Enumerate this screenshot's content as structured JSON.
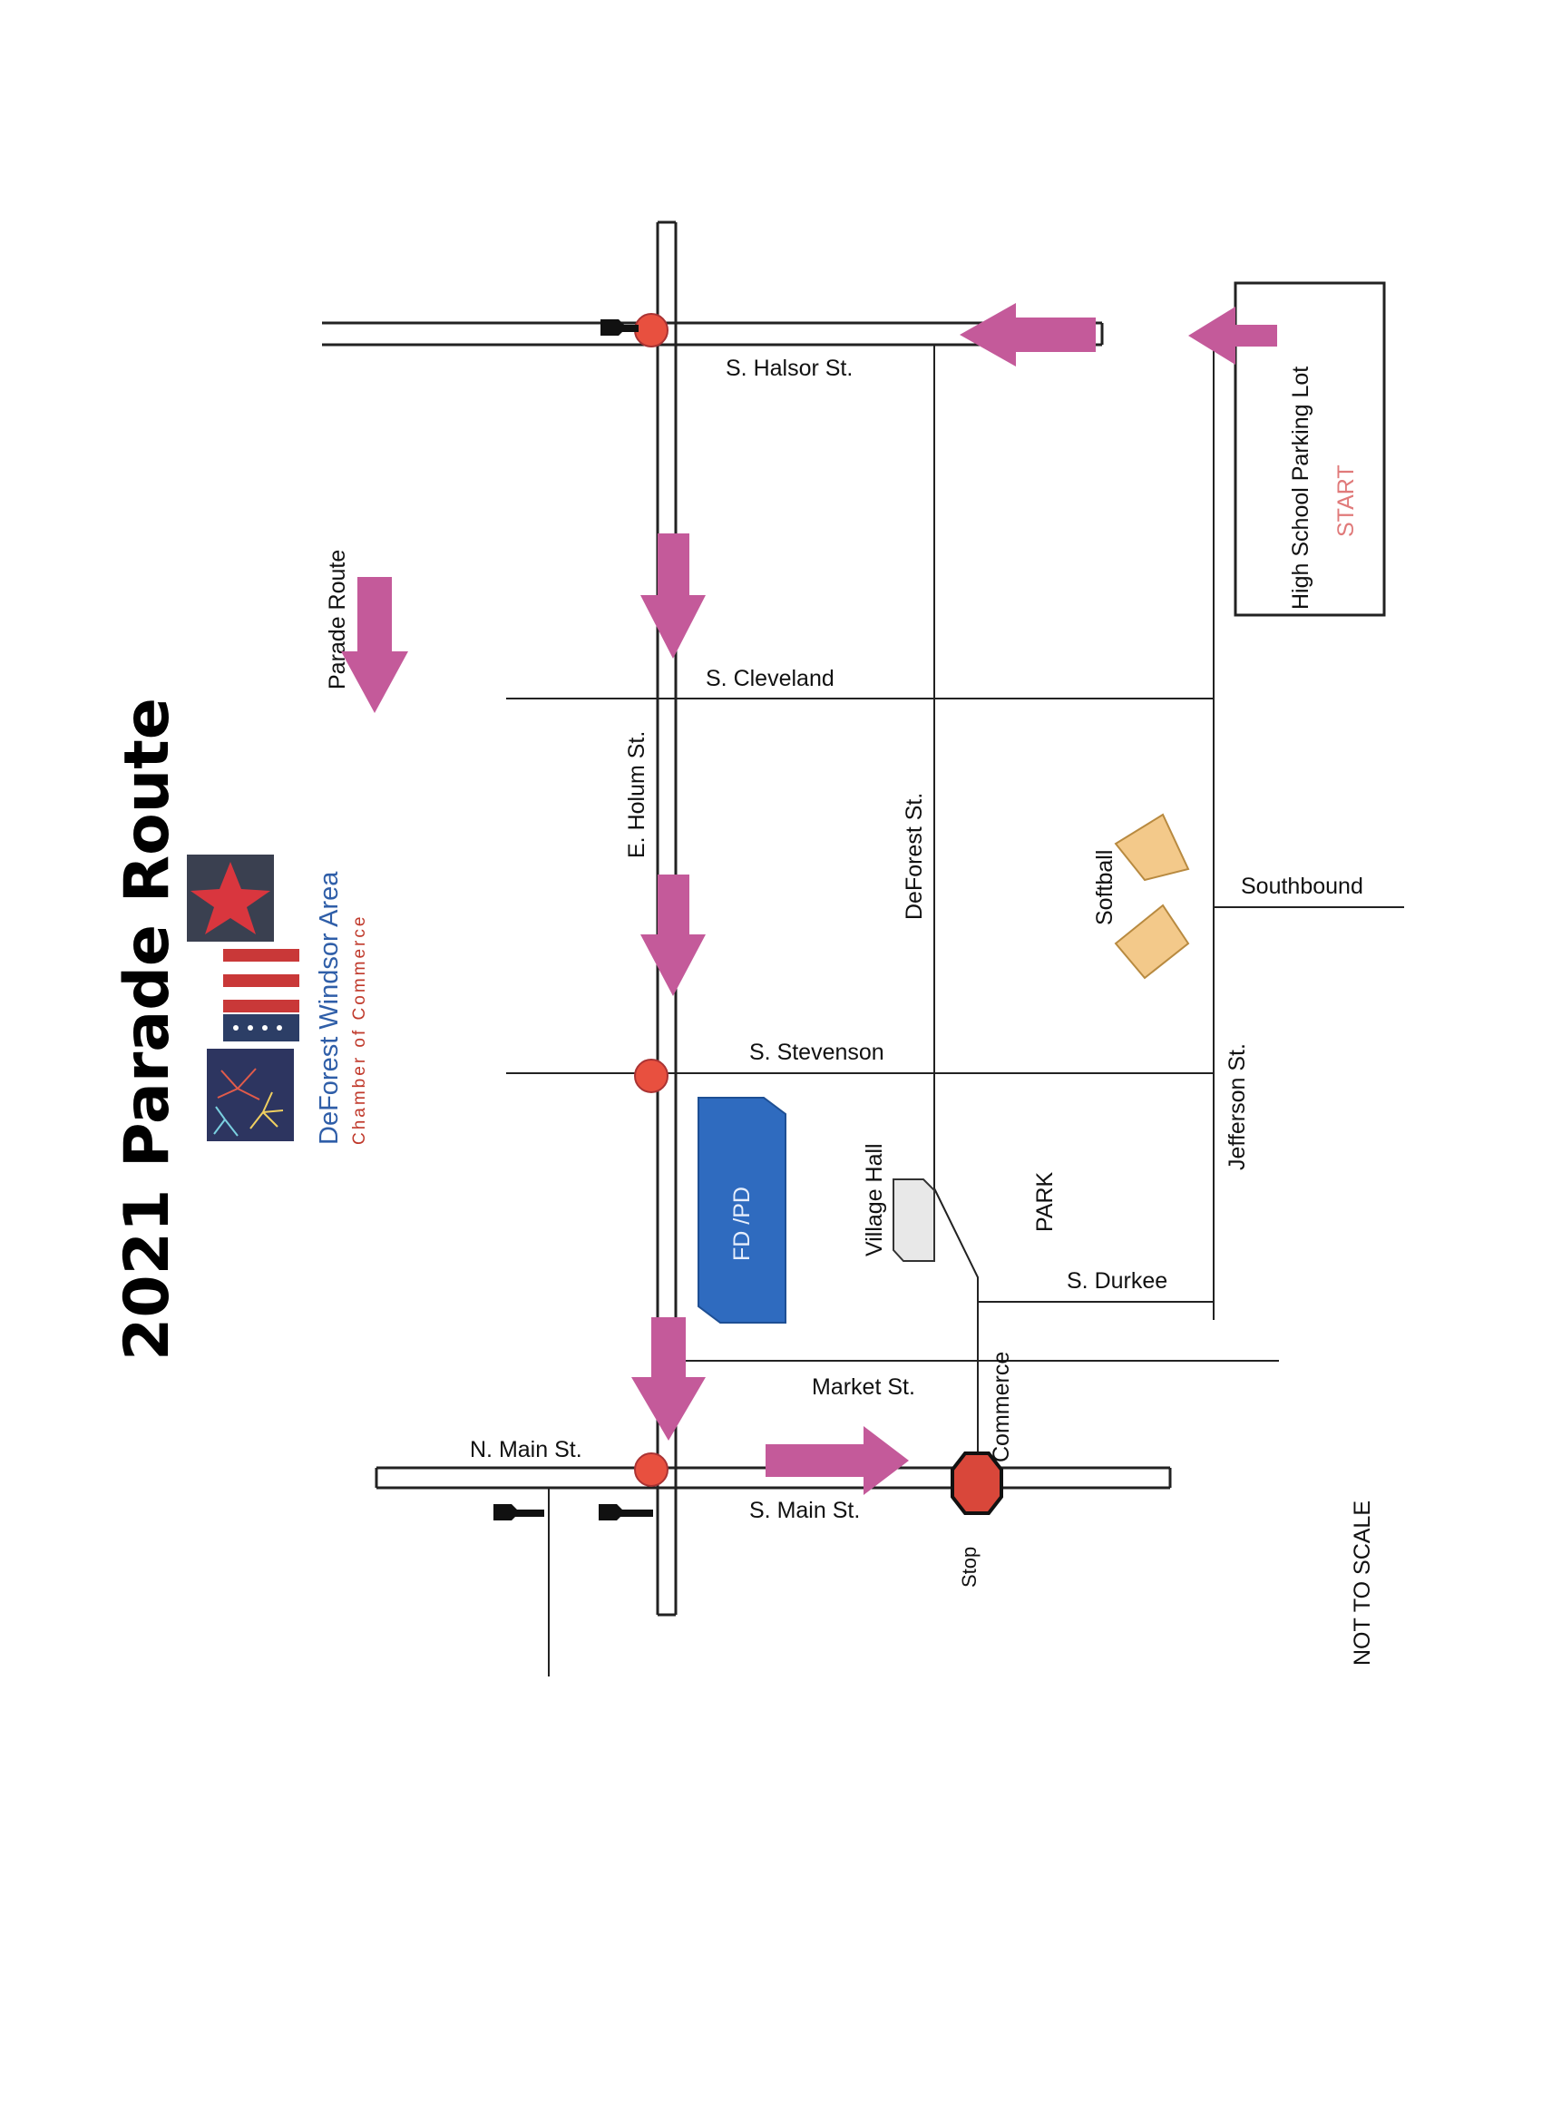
{
  "title": "2021 Parade Route",
  "logo": {
    "line1": "DeForest Windsor Area",
    "line2": "Chamber of Commerce"
  },
  "legend": {
    "label": "Parade Route"
  },
  "streets": {
    "halsor": "S. Halsor St.",
    "cleveland": "S. Cleveland",
    "stevenson": "S. Stevenson",
    "durkee": "S. Durkee",
    "market": "Market St.",
    "n_main": "N. Main St.",
    "s_main": "S. Main St.",
    "holum": "E. Holum St.",
    "deforest": "DeForest St.",
    "jefferson": "Jefferson St.",
    "commerce": "Commerce"
  },
  "places": {
    "start_lot": "High School Parking Lot",
    "start": "START",
    "fdpd": "FD /PD",
    "village_hall": "Village Hall",
    "park": "PARK",
    "softball": "Softball",
    "southbound": "Southbound",
    "stop": "Stop"
  },
  "note": "NOT TO SCALE",
  "colors": {
    "route_arrow": "#c45a9a",
    "route_arrow_dark": "#a8457e",
    "stop_light": "#e8503f",
    "stop_sign": "#d9473a",
    "fdpd": "#2f6bbf",
    "softball": "#f3c98a",
    "village_hall": "#e6e6e6"
  }
}
